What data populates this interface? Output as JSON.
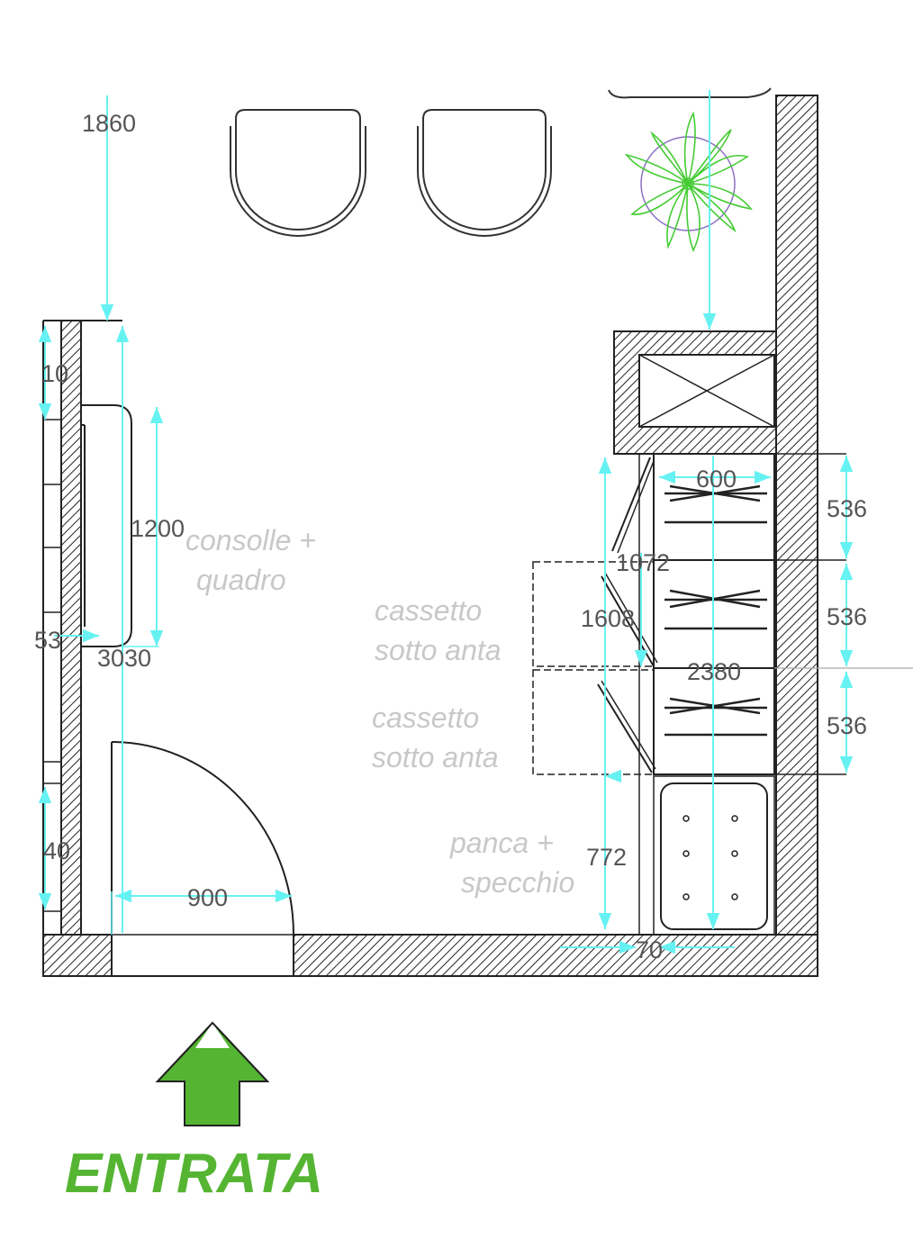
{
  "plan": {
    "entrance_label": "ENTRATA",
    "colors": {
      "wall": "#222222",
      "dimension": "#66f2f2",
      "dimension_text": "#555555",
      "note_text": "#c8c8c8",
      "plant": "#44cc33",
      "arrow": "#55b533"
    },
    "notes": {
      "console_line1": "consolle +",
      "console_line2": "quadro",
      "drawer1_line1": "cassetto",
      "drawer1_line2": "sotto anta",
      "drawer2_line1": "cassetto",
      "drawer2_line2": "sotto anta",
      "bench_line1": "panca +",
      "bench_line2": "specchio"
    },
    "dimensions": {
      "d1860": "1860",
      "d10": "10",
      "d1200": "1200",
      "d53": "53",
      "d3030": "3030",
      "d40": "40",
      "d900": "900",
      "d600": "600",
      "d1072": "1072",
      "d1608": "1608",
      "d2380": "2380",
      "d772": "772",
      "d70": "70",
      "d536a": "536",
      "d536b": "536",
      "d536c": "536"
    }
  }
}
